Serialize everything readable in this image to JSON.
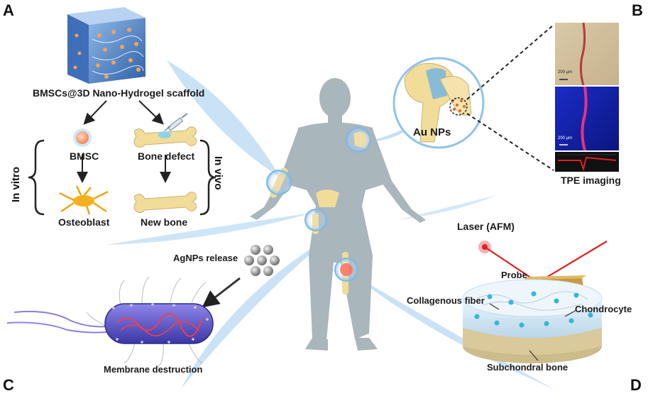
{
  "panels": {
    "a": "A",
    "b": "B",
    "c": "C",
    "d": "D"
  },
  "panel_a": {
    "scaffold_label": "BMSCs@3D Nano-Hydrogel scaffold",
    "bmsc_label": "BMSC",
    "bone_defect_label": "Bone defect",
    "osteoblast_label": "Osteoblast",
    "new_bone_label": "New bone",
    "in_vitro_label": "In vitro",
    "in_vivo_label": "In vivo"
  },
  "panel_b": {
    "au_nps_label": "Au NPs",
    "tpe_label": "TPE imaging",
    "scale_1": "200 μm",
    "scale_2": "200 μm"
  },
  "panel_c": {
    "agnps_label": "AgNPs release",
    "membrane_label": "Membrane destruction"
  },
  "panel_d": {
    "laser_label": "Laser (AFM)",
    "probe_label": "Probe",
    "collagen_label": "Collagenous fiber",
    "chondrocyte_label": "Chondrocyte",
    "subchondral_label": "Subchondral bone"
  },
  "colors": {
    "body": "#a9b6bb",
    "bone": "#f1dc9a",
    "glow": "#7fb8e6",
    "cell": "#8fd1ea",
    "bacteria": "#5a57c9",
    "laser": "#e02020"
  }
}
